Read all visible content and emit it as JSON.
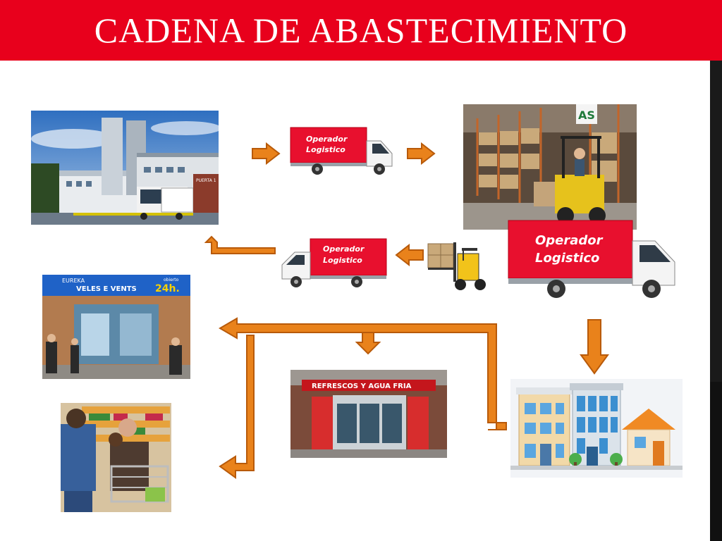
{
  "title": "CADENA DE ABASTECIMIENTO",
  "colors": {
    "title_bar": "#e8001c",
    "arrow": "#e9821b",
    "arrow_stroke": "#b85a0a",
    "truck_box": "#e8102e"
  },
  "trucks": {
    "top": {
      "line1": "Operador",
      "line2": "Logistico"
    },
    "middle": {
      "line1": "Operador",
      "line2": "Logistico"
    },
    "large": {
      "line1": "Operador",
      "line2": "Logistico"
    }
  },
  "signs": {
    "store_24h_name": "EUREKA",
    "store_24h_title": "VELES E VENTS",
    "store_24h_hours": "24h.",
    "store_24h_badge": "obierto",
    "kiosk_banner": "REFRESCOS Y AGUA FRIA",
    "factory_gate": "PUERTA 1",
    "warehouse_sign": "AS"
  },
  "icons": [
    "factory-photo",
    "warehouse-photo",
    "forklift-icon",
    "store-24h-photo",
    "kiosk-photo",
    "supermarket-photo",
    "buildings-icon",
    "arrow-icon"
  ]
}
